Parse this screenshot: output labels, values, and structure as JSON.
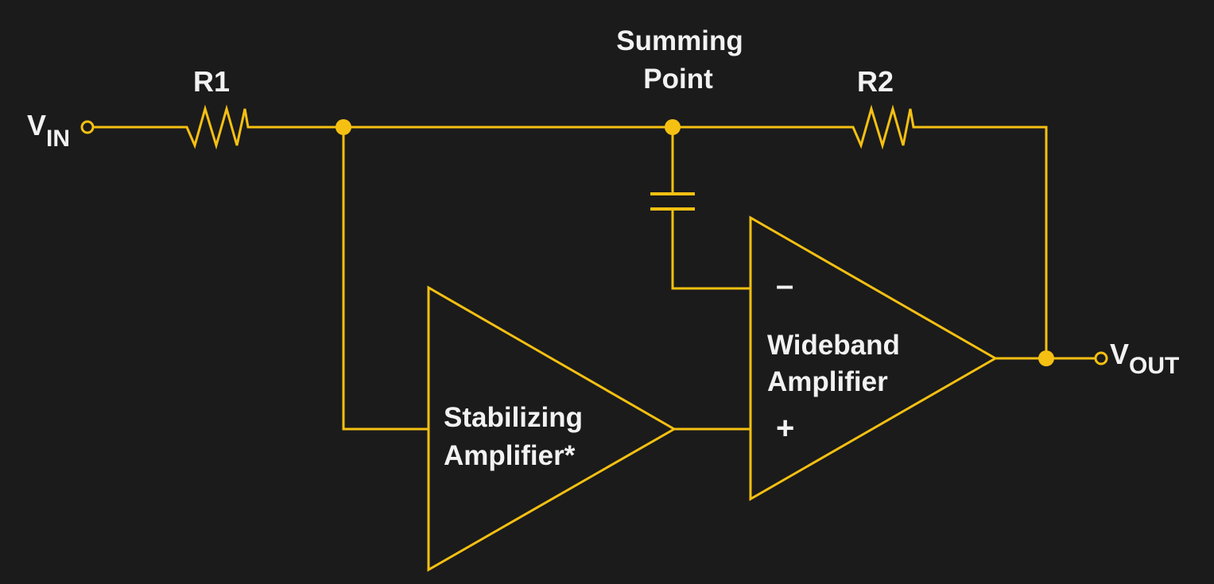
{
  "diagram": {
    "title": "Composite amplifier with stabilizing amplifier",
    "colors": {
      "background": "#1b1b1b",
      "wire": "#f5c012",
      "text": "#f2f2f2"
    },
    "input": {
      "label_main": "V",
      "label_sub": "IN"
    },
    "output": {
      "label_main": "V",
      "label_sub": "OUT"
    },
    "components": {
      "r1": {
        "label": "R1",
        "type": "resistor"
      },
      "r2": {
        "label": "R2",
        "type": "resistor"
      },
      "capacitor": {
        "label": "",
        "type": "capacitor"
      }
    },
    "summing_point": {
      "line1": "Summing",
      "line2": "Point"
    },
    "stabilizing_amplifier": {
      "line1": "Stabilizing",
      "line2": "Amplifier*"
    },
    "wideband_amplifier": {
      "line1": "Wideband",
      "line2": "Amplifier",
      "inverting_sign": "–",
      "noninverting_sign": "+"
    }
  }
}
